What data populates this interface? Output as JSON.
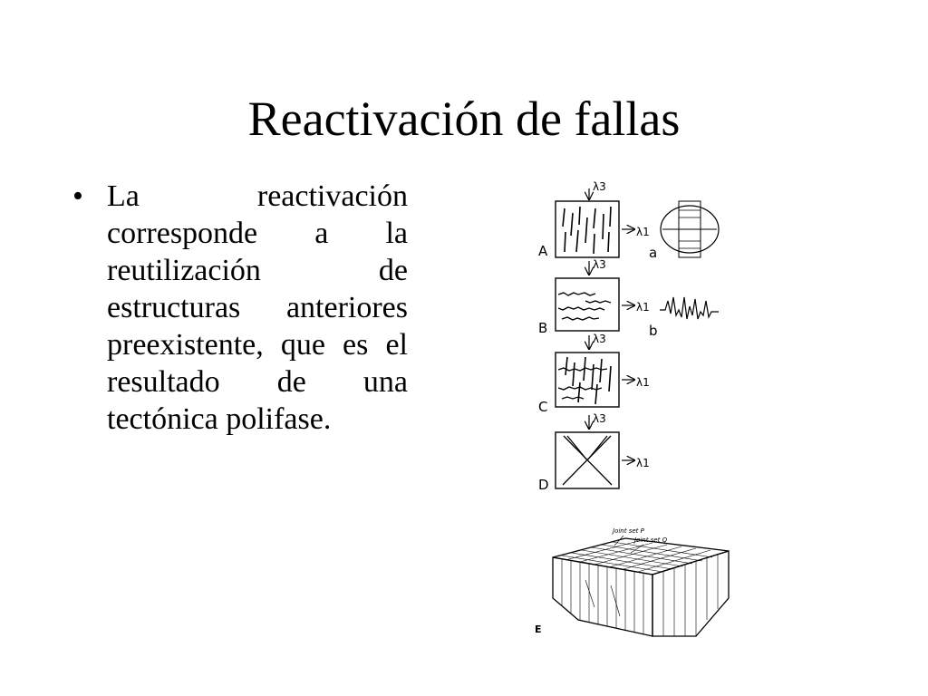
{
  "slide": {
    "title": "Reactivación de fallas",
    "bullet": "La reactivación corresponde a la reutilización de estructuras anteriores preexistente, que es el resultado de una tectónica polifase."
  },
  "figure": {
    "stress_labels": [
      "λ3",
      "λ1"
    ],
    "panel_labels": [
      "A",
      "B",
      "C",
      "D",
      "E"
    ],
    "inset_labels": [
      "a",
      "b"
    ],
    "block_annotations": [
      "Joint set P",
      "Joint set Q"
    ]
  }
}
